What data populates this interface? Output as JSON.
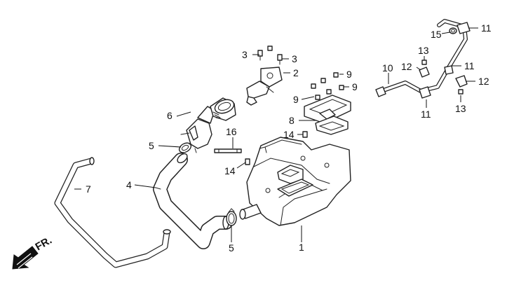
{
  "diagram": {
    "direction_label": "FR.",
    "callouts": {
      "c1": "1",
      "c2": "2",
      "c3a": "3",
      "c3b": "3",
      "c4": "4",
      "c5a": "5",
      "c5b": "5",
      "c6": "6",
      "c7": "7",
      "c8": "8",
      "c9a": "9",
      "c9b": "9",
      "c9c": "9",
      "c10": "10",
      "c11a": "11",
      "c11b": "11",
      "c11c": "11",
      "c12a": "12",
      "c12b": "12",
      "c13a": "13",
      "c13b": "13",
      "c14a": "14",
      "c14b": "14",
      "c15": "15",
      "c16": "16"
    }
  }
}
